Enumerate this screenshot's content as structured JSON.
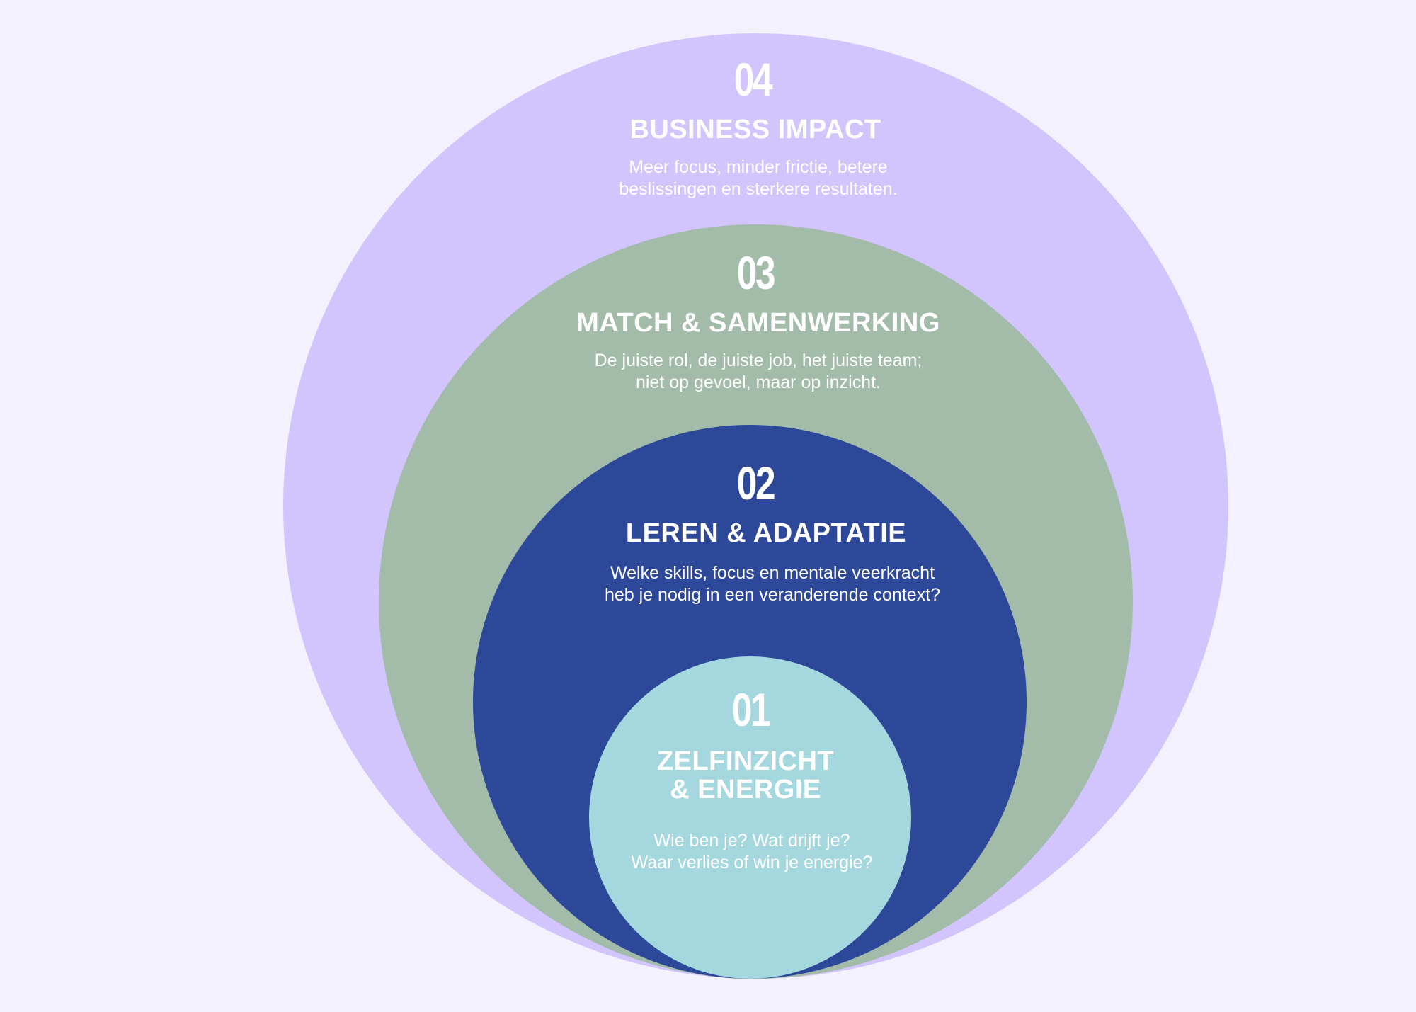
{
  "layers": [
    {
      "number": "04",
      "title": "BUSINESS IMPACT",
      "description": "Meer focus, minder frictie, betere\nbeslissingen en sterkere resultaten.",
      "color": "#d2c4fd"
    },
    {
      "number": "03",
      "title": "MATCH & SAMENWERKING",
      "description": "De juiste rol, de juiste job, het juiste team;\nniet op gevoel, maar op inzicht.",
      "color": "#a3bcaa"
    },
    {
      "number": "02",
      "title": "LEREN & ADAPTATIE",
      "description": "Welke skills, focus en mentale veerkracht\nheb je nodig in een veranderende context?",
      "color": "#2d4898"
    },
    {
      "number": "01",
      "title": "ZELFINZICHT\n& ENERGIE",
      "description": "Wie ben je? Wat drijft je?\nWaar verlies of win je energie?",
      "color": "#a5d8de"
    }
  ],
  "background_color": "#f3f1fd"
}
